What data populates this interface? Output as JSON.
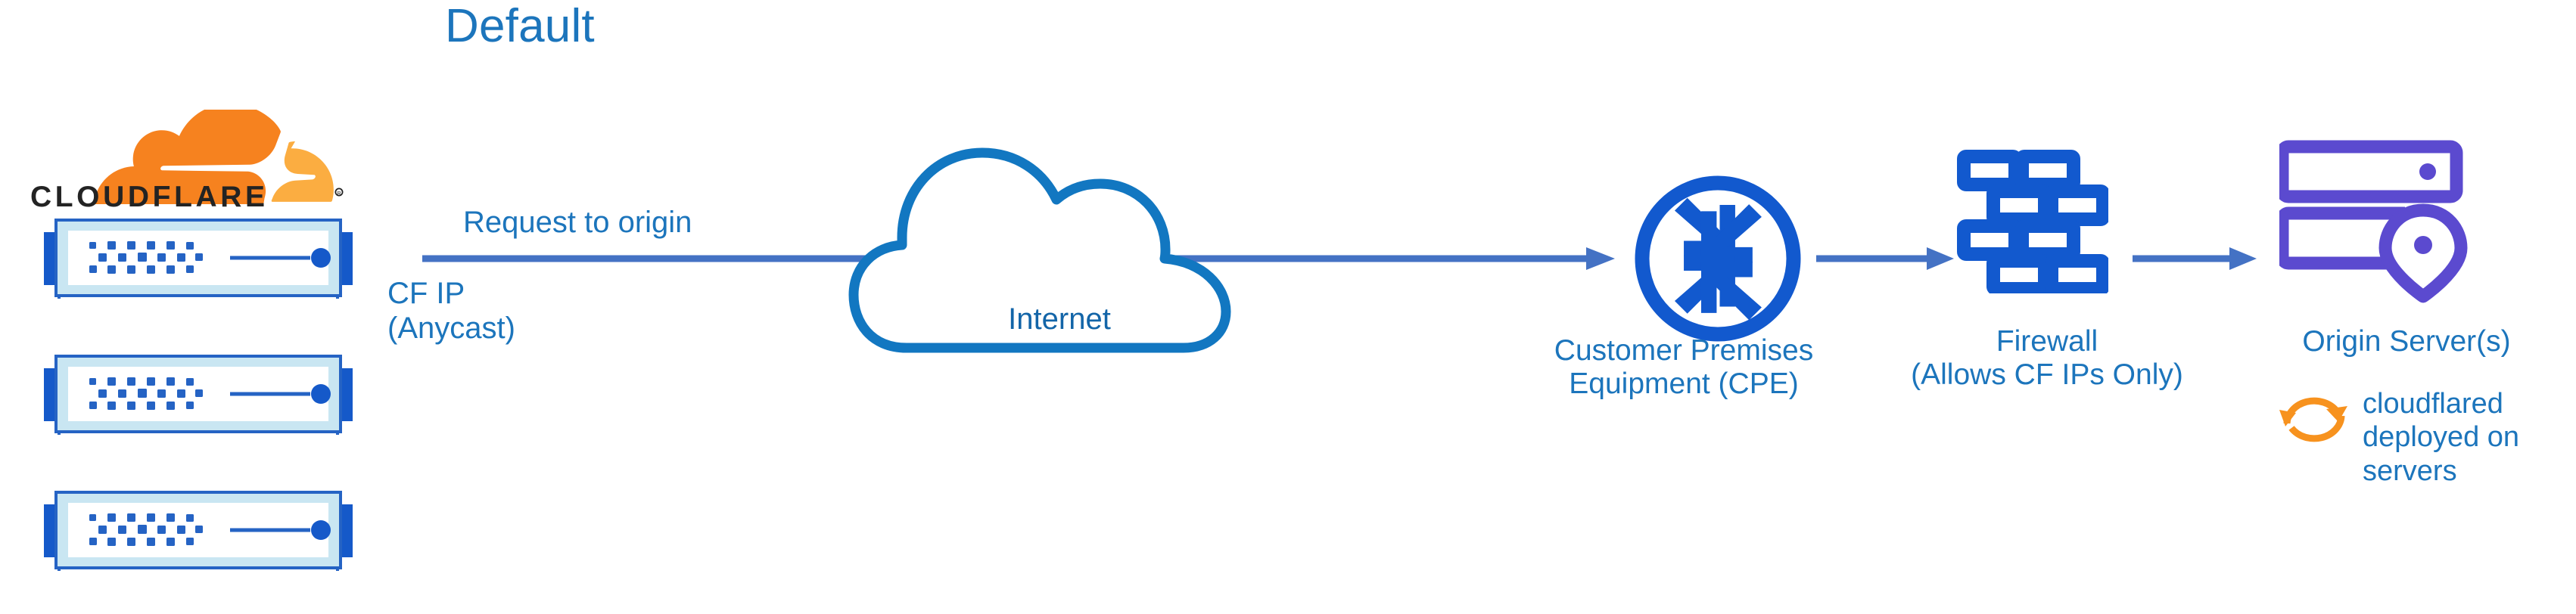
{
  "diagram": {
    "title": "Default",
    "type": "network-flow-diagram",
    "background_color": "#ffffff",
    "colors": {
      "title_blue": "#1C75BC",
      "label_blue": "#1C75BC",
      "internet_blue": "#1365A8",
      "arrow_blue": "#4472C4",
      "icon_blue": "#1259CE",
      "origin_purple": "#5B4ACF",
      "cloudflare_orange": "#F6821F",
      "cloudflare_orange_light": "#FBAD41",
      "wordmark_black": "#232323",
      "server_bezel": "#C9E6F2",
      "server_outline": "#2563C4"
    }
  },
  "brand": {
    "logo_name": "cloudflare-cloud-icon",
    "wordmark": "CLOUDFLARE",
    "registered_mark": "®"
  },
  "servers": {
    "icon_name": "rack-server-unit-icon",
    "count": 3,
    "units": [
      {
        "name": "cloudflare-edge-server-1"
      },
      {
        "name": "cloudflare-edge-server-2"
      },
      {
        "name": "cloudflare-edge-server-3"
      }
    ]
  },
  "edge_labels": {
    "request_to_origin": "Request to origin",
    "cf_ip": "CF IP\n(Anycast)"
  },
  "nodes": [
    {
      "id": "cloudflare-network",
      "label": "",
      "icon": "rack-server-stack-icon"
    },
    {
      "id": "internet",
      "label": "Internet",
      "icon": "cloud-outline-icon"
    },
    {
      "id": "cpe",
      "label": "Customer Premises\nEquipment (CPE)",
      "icon": "router-four-arrows-circle-icon"
    },
    {
      "id": "firewall",
      "label": "Firewall\n(Allows CF IPs Only)",
      "icon": "brick-wall-icon"
    },
    {
      "id": "origin",
      "label": "Origin Server(s)",
      "icon": "server-with-location-pin-icon"
    }
  ],
  "annotation": {
    "icon": "refresh-sync-arrows-icon",
    "text": "cloudflared\ndeployed on\nservers"
  },
  "arrows": [
    {
      "name": "arrow-cloudflare-to-cpe",
      "from": "cloudflare-network",
      "to": "cpe"
    },
    {
      "name": "arrow-cpe-to-firewall",
      "from": "cpe",
      "to": "firewall"
    },
    {
      "name": "arrow-firewall-to-origin",
      "from": "firewall",
      "to": "origin"
    }
  ]
}
